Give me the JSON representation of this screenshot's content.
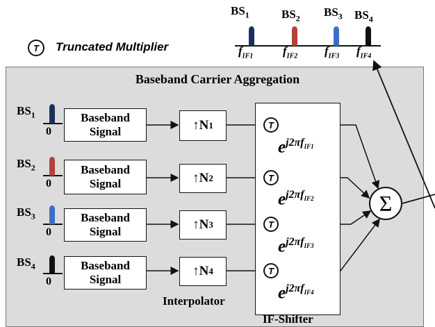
{
  "legend": {
    "symbol": "T",
    "label": "Truncated Multiplier"
  },
  "spectrum": {
    "bs_labels": [
      {
        "base": "BS",
        "sub": "1"
      },
      {
        "base": "BS",
        "sub": "2"
      },
      {
        "base": "BS",
        "sub": "3"
      },
      {
        "base": "BS",
        "sub": "4"
      }
    ],
    "freq_labels": [
      {
        "base": "f",
        "sub": "IF1"
      },
      {
        "base": "f",
        "sub": "IF2"
      },
      {
        "base": "f",
        "sub": "IF3"
      },
      {
        "base": "f",
        "sub": "IF4"
      }
    ],
    "colors": [
      "#1c2f5e",
      "#b5403c",
      "#3b6fc6",
      "#111111"
    ]
  },
  "panel": {
    "title": "Baseband Carrier Aggregation"
  },
  "rows": [
    {
      "bs": "BS",
      "bs_sub": "1",
      "zero": "0",
      "box_line1": "Baseband",
      "box_line2": "Signal",
      "interp_sym": "↑N",
      "interp_sub": "1",
      "mult": "T",
      "exp_base": "e",
      "exp_sup": "j2πf",
      "exp_sub": "IF1"
    },
    {
      "bs": "BS",
      "bs_sub": "2",
      "zero": "0",
      "box_line1": "Baseband",
      "box_line2": "Signal",
      "interp_sym": "↑N",
      "interp_sub": "2",
      "mult": "T",
      "exp_base": "e",
      "exp_sup": "j2πf",
      "exp_sub": "IF2"
    },
    {
      "bs": "BS",
      "bs_sub": "3",
      "zero": "0",
      "box_line1": "Baseband",
      "box_line2": "Signal",
      "interp_sym": "↑N",
      "interp_sub": "3",
      "mult": "T",
      "exp_base": "e",
      "exp_sup": "j2πf",
      "exp_sub": "IF3"
    },
    {
      "bs": "BS",
      "bs_sub": "4",
      "zero": "0",
      "box_line1": "Baseband",
      "box_line2": "Signal",
      "interp_sym": "↑N",
      "interp_sub": "4",
      "mult": "T",
      "exp_base": "e",
      "exp_sup": "j2πf",
      "exp_sub": "IF4"
    }
  ],
  "labels": {
    "interpolator": "Interpolator",
    "if_shifter": "IF-Shifter",
    "sum_symbol": "Σ"
  }
}
